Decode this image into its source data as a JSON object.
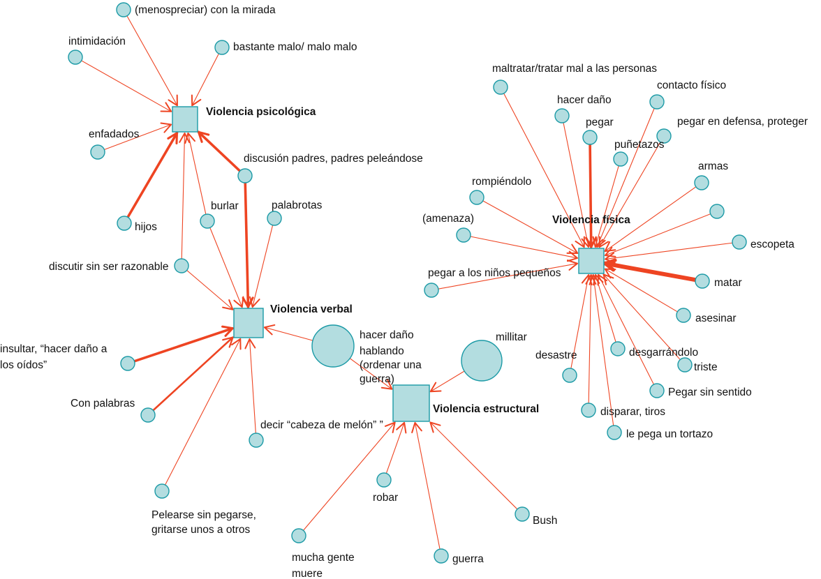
{
  "colors": {
    "edge": "#ee4422",
    "node_fill": "#b3dde0",
    "node_stroke": "#1b9aa6"
  },
  "hubs": [
    {
      "id": "psico",
      "label": "Violencia psicológica"
    },
    {
      "id": "verbal",
      "label": "Violencia verbal"
    },
    {
      "id": "estructural",
      "label": "Violencia estructural"
    },
    {
      "id": "fisica",
      "label": "Violencia física"
    }
  ],
  "nodes": [
    {
      "id": "n1",
      "label": "(menospreciar) con la mirada",
      "target": "psico",
      "weight": 1
    },
    {
      "id": "n2",
      "label": "intimidación",
      "target": "psico",
      "weight": 1
    },
    {
      "id": "n3",
      "label": "bastante malo/ malo malo",
      "target": "psico",
      "weight": 1
    },
    {
      "id": "n4",
      "label": "enfadados",
      "target": "psico",
      "weight": 1
    },
    {
      "id": "n5",
      "label": "hijos",
      "target": "psico",
      "weight": 3
    },
    {
      "id": "n6",
      "label": "discusión padres, padres peleándose",
      "target": "psico",
      "weight": 3
    },
    {
      "id": "n6b",
      "label": "",
      "target": "verbal",
      "weight": 3
    },
    {
      "id": "n7",
      "label": "burlar",
      "target": "psico",
      "weight": 1
    },
    {
      "id": "n7b",
      "label": "",
      "target": "verbal",
      "weight": 1
    },
    {
      "id": "n8",
      "label": "palabrotas",
      "target": "verbal",
      "weight": 1
    },
    {
      "id": "n9",
      "label": "discutir sin ser razonable",
      "target": "psico",
      "weight": 1
    },
    {
      "id": "n9b",
      "label": "",
      "target": "verbal",
      "weight": 1
    },
    {
      "id": "n10",
      "label": "insultar, “hacer daño a los oídos”",
      "target": "verbal",
      "weight": 3
    },
    {
      "id": "n11",
      "label": "Con palabras",
      "target": "verbal",
      "weight": 2
    },
    {
      "id": "n12",
      "label": "decir “cabeza de melón” ”",
      "target": "verbal",
      "weight": 1
    },
    {
      "id": "n13",
      "label": "Pelearse sin pegarse, gritarse unos a otros",
      "target": "verbal",
      "weight": 1
    },
    {
      "id": "n14",
      "label": "hacer daño hablando (ordenar una guerra)",
      "target": "verbal",
      "weight": 1
    },
    {
      "id": "n14b",
      "label": "",
      "target": "estructural",
      "weight": 1
    },
    {
      "id": "n15",
      "label": "millitar",
      "target": "estructural",
      "weight": 1
    },
    {
      "id": "n16",
      "label": "robar",
      "target": "estructural",
      "weight": 1
    },
    {
      "id": "n17",
      "label": "mucha gente muere",
      "target": "estructural",
      "weight": 1
    },
    {
      "id": "n18",
      "label": "guerra",
      "target": "estructural",
      "weight": 1
    },
    {
      "id": "n19",
      "label": "Bush",
      "target": "estructural",
      "weight": 1
    },
    {
      "id": "n20",
      "label": "maltratar/tratar mal a las personas",
      "target": "fisica",
      "weight": 1
    },
    {
      "id": "n21",
      "label": "hacer daño",
      "target": "fisica",
      "weight": 1
    },
    {
      "id": "n22",
      "label": "pegar",
      "target": "fisica",
      "weight": 3
    },
    {
      "id": "n23",
      "label": "contacto físico",
      "target": "fisica",
      "weight": 1
    },
    {
      "id": "n24",
      "label": "puñetazos",
      "target": "fisica",
      "weight": 1
    },
    {
      "id": "n25",
      "label": "pegar en defensa, proteger",
      "target": "fisica",
      "weight": 1
    },
    {
      "id": "n26",
      "label": "armas",
      "target": "fisica",
      "weight": 1
    },
    {
      "id": "n27",
      "label": "rompiéndolo",
      "target": "fisica",
      "weight": 1
    },
    {
      "id": "n28",
      "label": "",
      "target": "fisica",
      "weight": 1
    },
    {
      "id": "n29",
      "label": "(amenaza)",
      "target": "fisica",
      "weight": 1
    },
    {
      "id": "n30",
      "label": "escopeta",
      "target": "fisica",
      "weight": 1
    },
    {
      "id": "n31",
      "label": "pegar a los niños pequeños",
      "target": "fisica",
      "weight": 1
    },
    {
      "id": "n32",
      "label": "matar",
      "target": "fisica",
      "weight": 5
    },
    {
      "id": "n33",
      "label": "asesinar",
      "target": "fisica",
      "weight": 1
    },
    {
      "id": "n34",
      "label": "desastre",
      "target": "fisica",
      "weight": 1
    },
    {
      "id": "n35",
      "label": "desgarrándolo",
      "target": "fisica",
      "weight": 1
    },
    {
      "id": "n36",
      "label": "triste",
      "target": "fisica",
      "weight": 1
    },
    {
      "id": "n37",
      "label": "Pegar sin sentido",
      "target": "fisica",
      "weight": 1
    },
    {
      "id": "n38",
      "label": "disparar, tiros",
      "target": "fisica",
      "weight": 1
    },
    {
      "id": "n39",
      "label": "le pega un tortazo",
      "target": "fisica",
      "weight": 1
    }
  ]
}
